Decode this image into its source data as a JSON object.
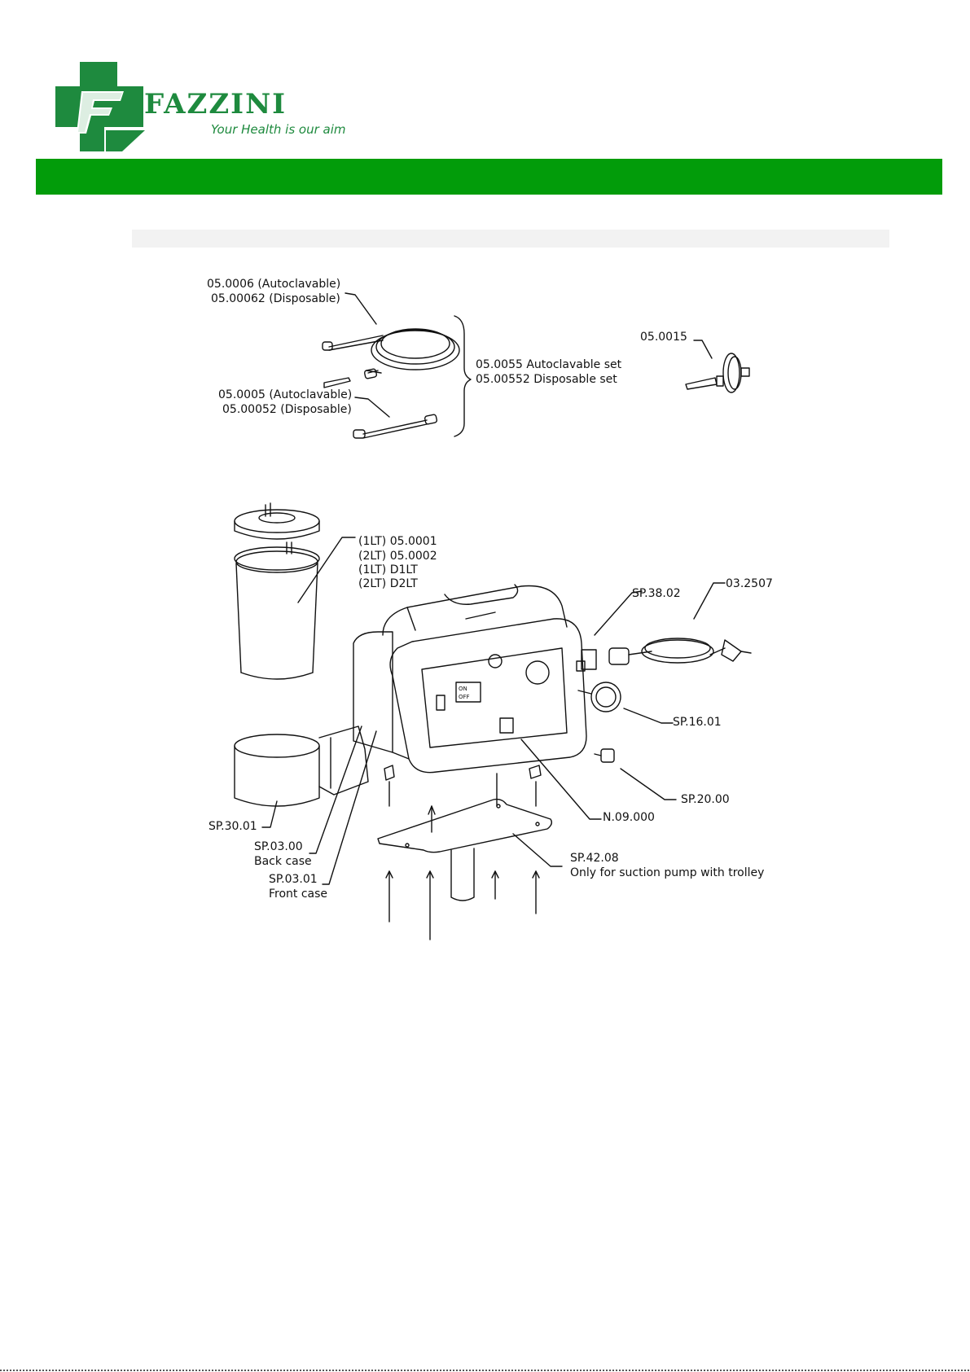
{
  "logo": {
    "brand_name": "FAZZINI",
    "tagline": "Your Health is our aim",
    "green": "#1e8a3e"
  },
  "header_band_color": "#029c0a",
  "labels": {
    "tube_long_1": "05.0006 (Autoclavable)",
    "tube_long_2": "05.00062 (Disposable)",
    "tube_short_1": "05.0005 (Autoclavable)",
    "tube_short_2": "05.00052 (Disposable)",
    "set_1": "05.0055 Autoclavable set",
    "set_2": "05.00552  Disposable set",
    "filter": "05.0015",
    "jar_1": "(1LT) 05.0001",
    "jar_2": "(2LT) 05.0002",
    "jar_3": "(1LT) D1LT",
    "jar_4": "(2LT) D2LT",
    "socket": "SP.38.02",
    "power_cord": "03.2507",
    "gauge": "SP.16.01",
    "regulator": "SP.20.00",
    "switch": "N.09.000",
    "holder": "SP.30.01",
    "back_case_code": "SP.03.00",
    "back_case_name": "Back case",
    "front_case_code": "SP.03.01",
    "front_case_name": "Front case",
    "plate_code": "SP.42.08",
    "plate_note": "Only for suction  pump with trolley",
    "panel_on": "ON",
    "panel_off": "OFF"
  }
}
